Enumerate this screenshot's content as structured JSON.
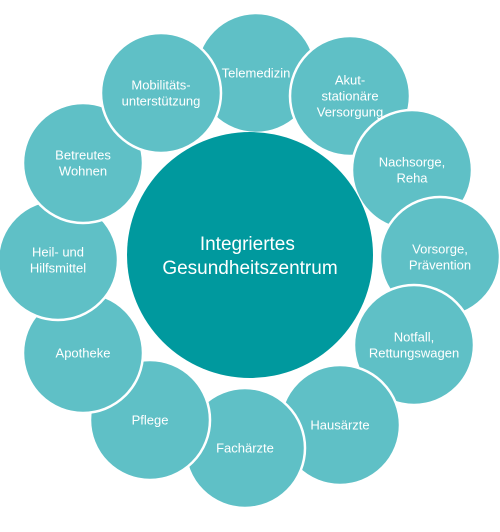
{
  "colors": {
    "satellite": "#5fc0c6",
    "center": "#00999e",
    "text": "#ffffff",
    "background": "#ffffff"
  },
  "center": {
    "line1": "Integriertes",
    "line2": "Gesundheitszentrum"
  },
  "nodes": [
    {
      "lines": [
        "Telemedizin"
      ]
    },
    {
      "lines": [
        "Akut-",
        "stationäre",
        "Versorgung"
      ]
    },
    {
      "lines": [
        "Nachsorge,",
        "Reha"
      ]
    },
    {
      "lines": [
        "Vorsorge,",
        "Prävention"
      ]
    },
    {
      "lines": [
        "Notfall,",
        "Rettungswagen"
      ]
    },
    {
      "lines": [
        "Hausärzte"
      ]
    },
    {
      "lines": [
        "Fachärzte"
      ]
    },
    {
      "lines": [
        "Pflege"
      ]
    },
    {
      "lines": [
        "Apotheke"
      ]
    },
    {
      "lines": [
        "Heil- und",
        "Hilfsmittel"
      ]
    },
    {
      "lines": [
        "Betreutes",
        "Wohnen"
      ]
    },
    {
      "lines": [
        "Mobilitäts-",
        "unterstützung"
      ]
    }
  ]
}
